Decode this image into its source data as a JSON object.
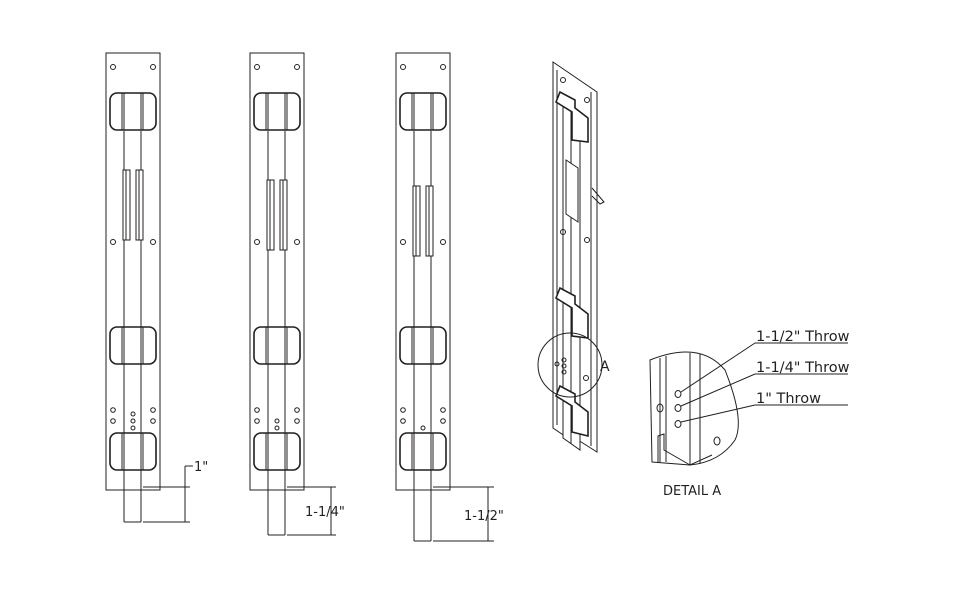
{
  "dimensions": [
    {
      "label": "1\""
    },
    {
      "label": "1-1/4\""
    },
    {
      "label": "1-1/2\""
    }
  ],
  "detail_callout": {
    "label": "A"
  },
  "detail": {
    "title": "DETAIL A",
    "throws": [
      {
        "label": "1-1/2\" Throw"
      },
      {
        "label": "1-1/4\" Throw"
      },
      {
        "label": "1\" Throw"
      }
    ]
  },
  "line_color": "#231f20"
}
